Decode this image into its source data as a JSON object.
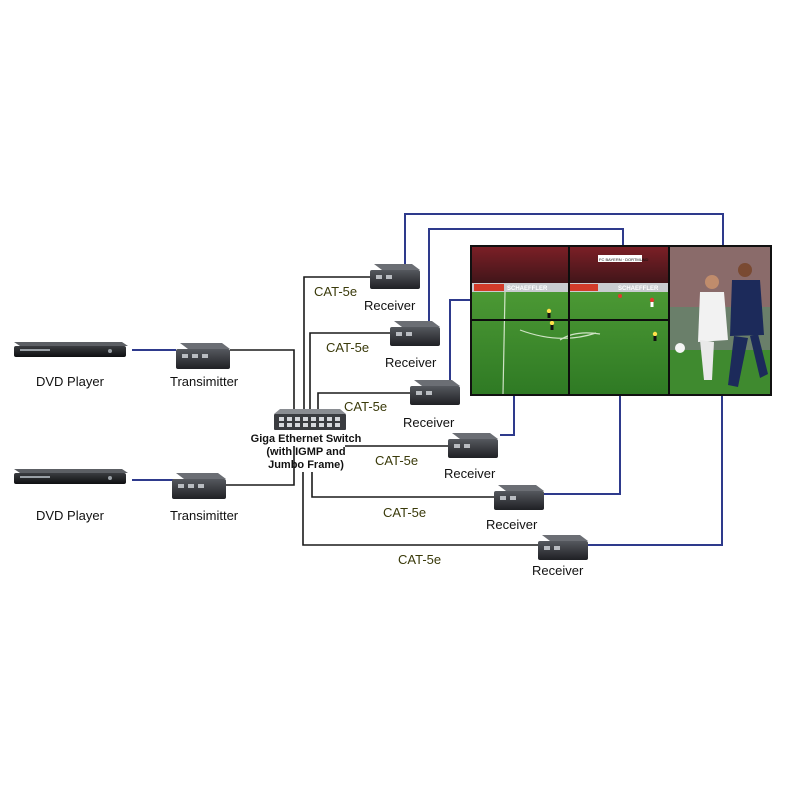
{
  "sources": [
    {
      "label": "DVD Player",
      "icon": "dvd-player-icon"
    },
    {
      "label": "DVD Player",
      "icon": "dvd-player-icon"
    }
  ],
  "transmitters": [
    {
      "label": "Transimitter",
      "icon": "transmitter-box-icon"
    },
    {
      "label": "Transimitter",
      "icon": "transmitter-box-icon"
    }
  ],
  "switch": {
    "line1": "Giga Ethernet Switch",
    "line2": "(with IGMP and",
    "line3": "Jumbo Frame)",
    "icon": "network-switch-icon"
  },
  "receivers": [
    {
      "label": "Receiver",
      "cable": "CAT-5e"
    },
    {
      "label": "Receiver",
      "cable": "CAT-5e"
    },
    {
      "label": "Receiver",
      "cable": "CAT-5e"
    },
    {
      "label": "Receiver",
      "cable": "CAT-5e"
    },
    {
      "label": "Receiver",
      "cable": "CAT-5e"
    },
    {
      "label": "Receiver",
      "cable": "CAT-5e"
    }
  ],
  "video_wall": {
    "icon": "video-wall-icon",
    "panels": 6,
    "ads": [
      "SCHAEFFLER",
      "SCHAEFFLER",
      "FC BAYERN · DORTMUND"
    ]
  },
  "colors": {
    "hdmi_line": "#2e3a8c",
    "cat_line": "#1a1a1a",
    "device_body": "#2b2d31",
    "pitch": "#3d8a2c"
  }
}
